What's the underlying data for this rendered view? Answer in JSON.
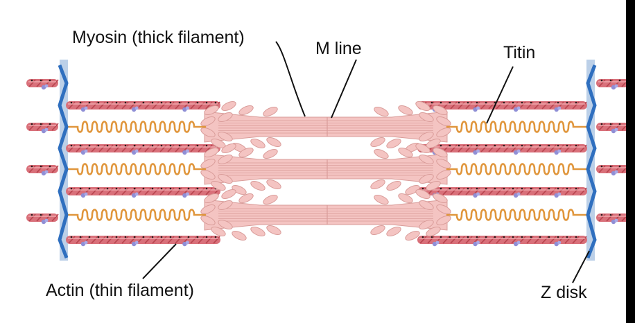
{
  "labels": {
    "myosin": "Myosin (thick filament)",
    "m_line": "M line",
    "titin": "Titin",
    "actin": "Actin (thin filament)",
    "z_disk": "Z disk"
  },
  "colors": {
    "z_disk": "#2f6fbf",
    "z_disk_band": "#bcd0e8",
    "actin": "#d9707a",
    "actin_dark": "#b8454f",
    "titin": "#e0963c",
    "myosin": "#f4c4c2",
    "myosin_edge": "#d99c99",
    "troponin": "#8f8fd6"
  }
}
